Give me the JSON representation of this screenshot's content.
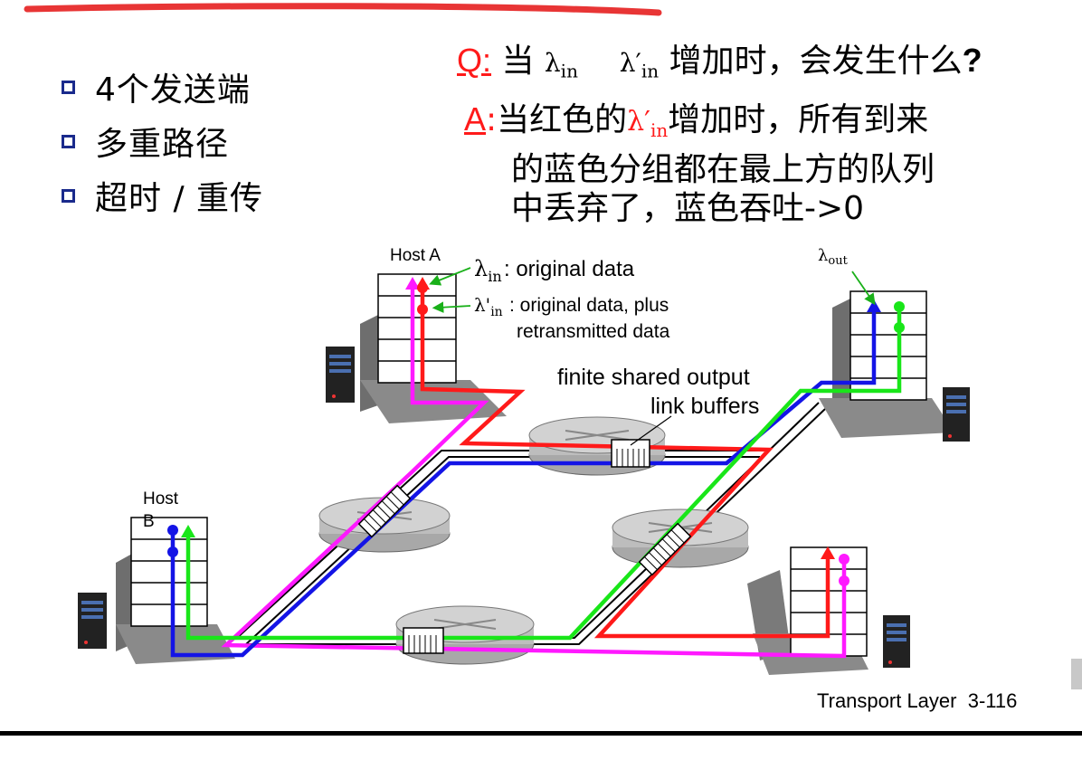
{
  "bullets": [
    "4个发送端",
    "多重路径",
    "超时 / 重传"
  ],
  "question": {
    "key": "Q:",
    "prefix": "当 ",
    "lambda_in": "λ",
    "sub_in": "in",
    "lambda_in_prime": "λ′",
    "sub_in_prime": "in",
    "text": " 增加时，会发生什么",
    "mark": "?"
  },
  "answer": {
    "key": "A",
    "colon": ":",
    "line1_prefix": "当红色的",
    "red_lambda": "λ′",
    "red_sub": "in",
    "line1_suffix": "增加时，所有到来",
    "line2": "的蓝色分组都在最上方的队列",
    "line3": "中丢弃了，蓝色吞吐->0"
  },
  "diagram": {
    "host_a": "Host A",
    "host_b_1": "Host",
    "host_b_2": "B",
    "lambda_in_label": "λ",
    "lambda_in_sub": "in",
    "lambda_in_desc": ": original data",
    "lambda_prime_label": "λ'",
    "lambda_prime_sub": "in",
    "lambda_prime_desc1": ": original data, plus",
    "lambda_prime_desc2": "retransmitted data",
    "lambda_out_label": "λ",
    "lambda_out_sub": "out",
    "buffer_label_1": "finite shared output",
    "buffer_label_2": "link buffers"
  },
  "footer": {
    "text": "Transport Layer",
    "page": "3-116"
  },
  "colors": {
    "red": "#ff1a1a",
    "blue": "#1414e6",
    "green": "#19e619",
    "magenta": "#ff19ff",
    "bullet": "#1a2a8c",
    "top_stroke": "#e83535"
  }
}
